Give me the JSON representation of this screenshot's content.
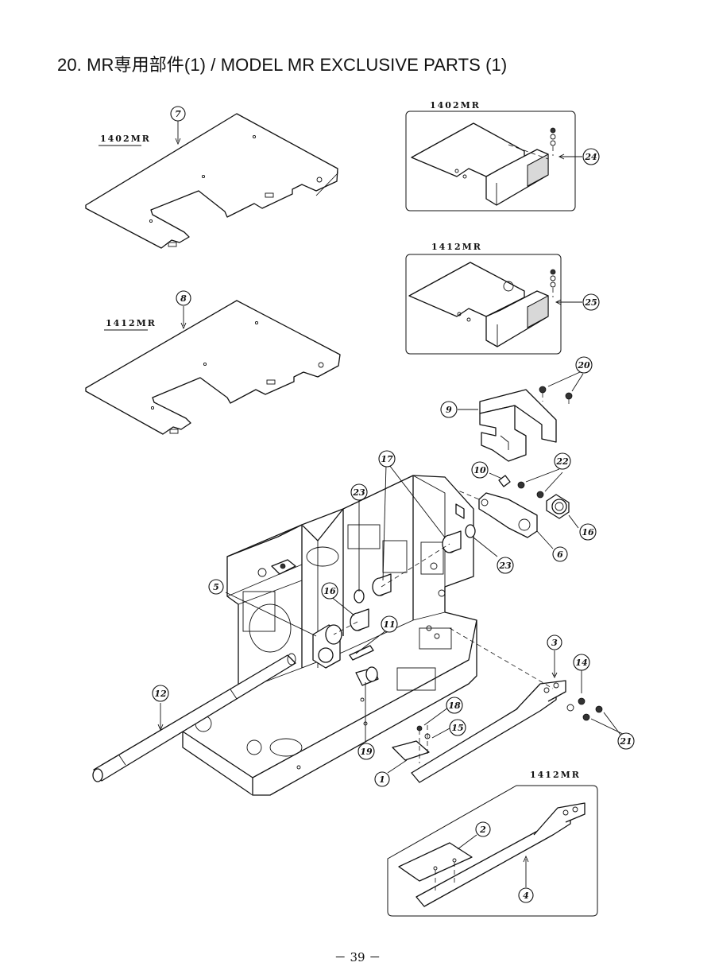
{
  "page": {
    "title": "20. MR専用部件(1) / MODEL MR EXCLUSIVE PARTS (1)",
    "page_number": "－ 39 －"
  },
  "model_labels": {
    "plate_1402": "1402MR",
    "plate_1412": "1412MR",
    "inset_1402": "1402MR",
    "inset_1412": "1412MR",
    "inset_bottom": "1412MR"
  },
  "callouts": {
    "c1": "1",
    "c2": "2",
    "c3": "3",
    "c4": "4",
    "c5": "5",
    "c6": "6",
    "c7": "7",
    "c8": "8",
    "c9": "9",
    "c10": "10",
    "c11": "11",
    "c12": "12",
    "c14": "14",
    "c15": "15",
    "c16a": "16",
    "c16b": "16",
    "c17": "17",
    "c18": "18",
    "c19": "19",
    "c20": "20",
    "c21": "21",
    "c22": "22",
    "c23a": "23",
    "c23b": "23",
    "c24": "24",
    "c25": "25"
  }
}
